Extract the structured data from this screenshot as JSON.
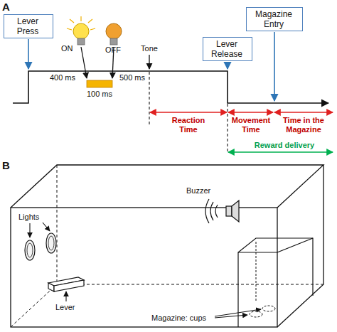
{
  "diagram": {
    "nodes": [
      {
        "text": [
          "Lever Press"
        ]
      },
      {
        "text": [
          "Lever Release"
        ]
      },
      {
        "text": [
          "Magazine Entry"
        ]
      }
    ],
    "labels": [
      "A",
      "ON",
      "OFF",
      "400 ms",
      "100 ms",
      "500 ms",
      "Tone",
      "Reaction Time",
      "Movement Time",
      "Time in the Magazine",
      "Reward delivery",
      "B",
      "Lights",
      "Buzzer",
      "Lever",
      "Magazine: cups"
    ]
  }
}
